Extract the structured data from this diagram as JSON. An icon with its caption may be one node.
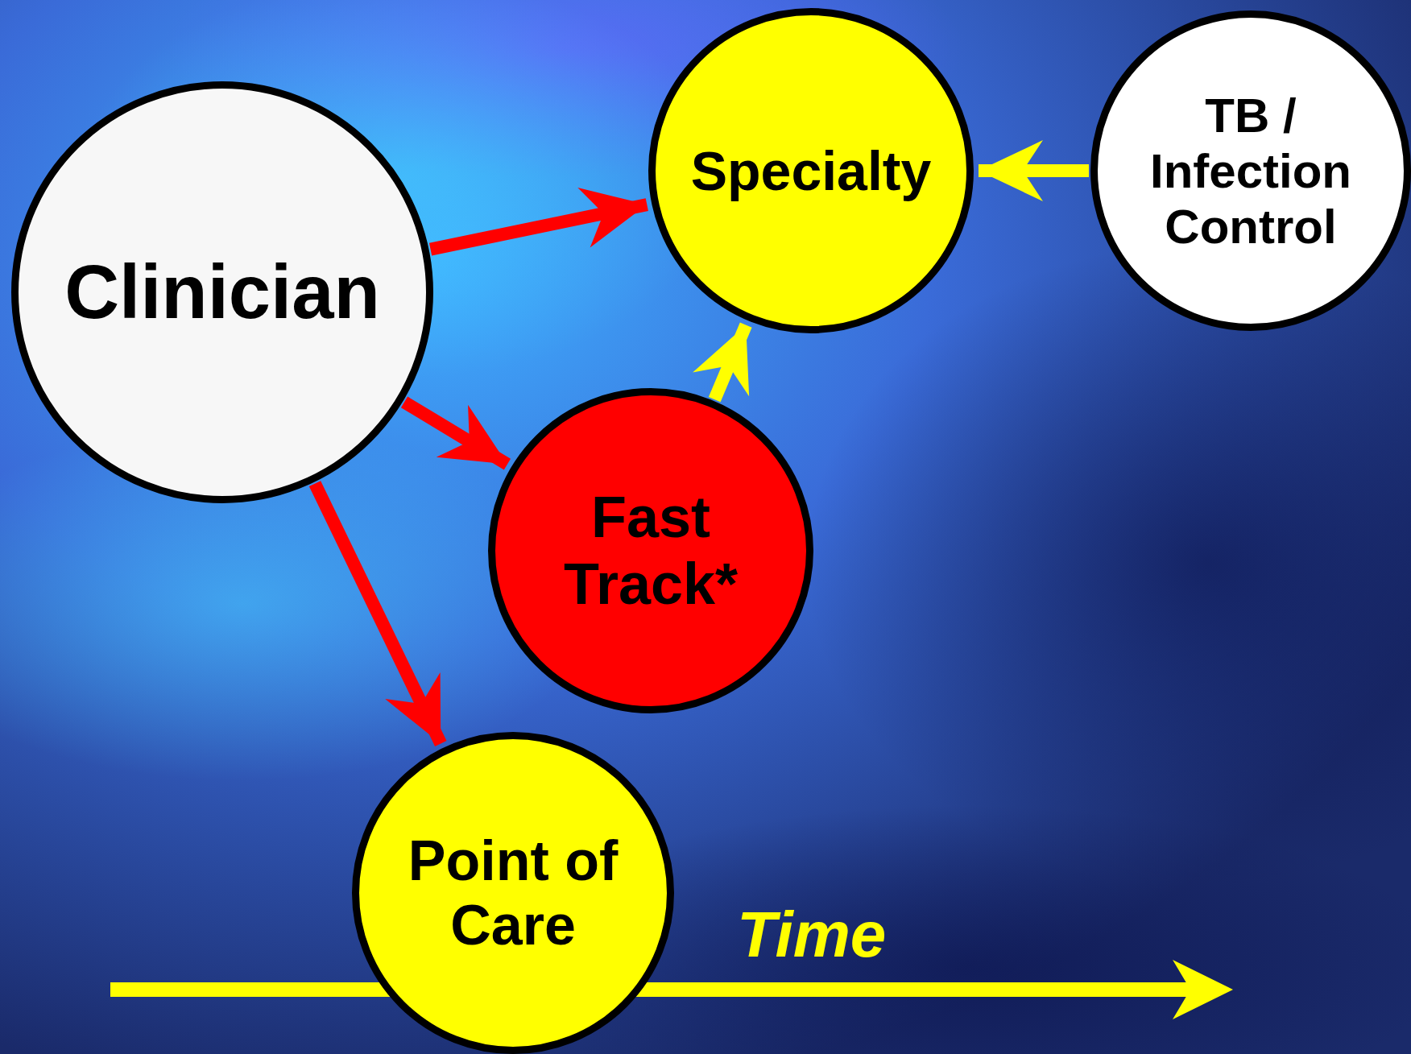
{
  "diagram": {
    "nodes": [
      {
        "text": [
          "Clinician"
        ]
      },
      {
        "text": [
          "Specialty"
        ]
      },
      {
        "text": [
          "TB / Infection Control"
        ]
      },
      {
        "text": [
          "Fast Track*"
        ]
      },
      {
        "text": [
          "Point of Care"
        ]
      }
    ],
    "edges": [
      {
        "from": 0,
        "to": 1,
        "arrow": "to"
      },
      {
        "from": 0,
        "to": 3,
        "arrow": "to"
      },
      {
        "from": 0,
        "to": 4,
        "arrow": "to"
      },
      {
        "from": 3,
        "to": 1,
        "arrow": "to",
        "color": "#ffff00"
      },
      {
        "from": 2,
        "to": 1,
        "arrow": "to",
        "color": "#ffff00"
      }
    ],
    "labels": [
      "Time"
    ]
  }
}
